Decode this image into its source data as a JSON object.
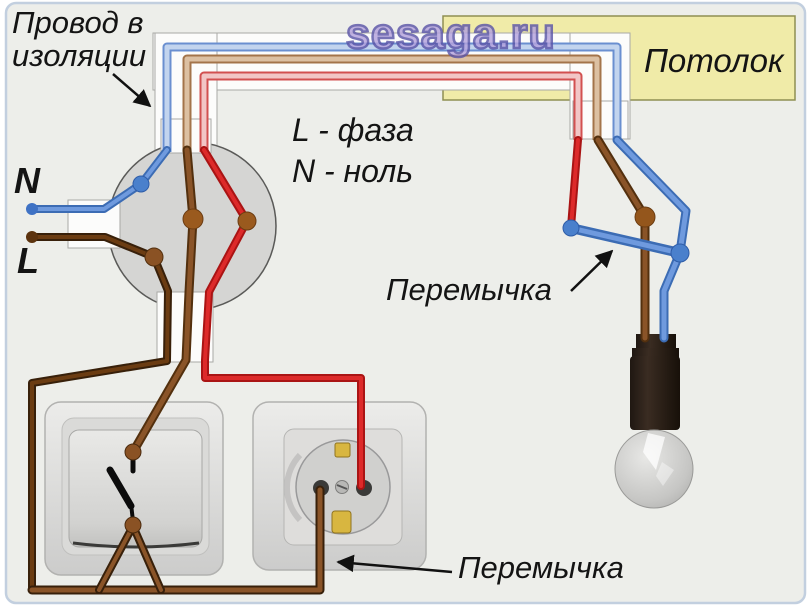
{
  "labels": {
    "wire_insulation_line1": "Провод в",
    "wire_insulation_line2": "изоляции",
    "phase_line1": "L - фаза",
    "phase_line2": "N - ноль",
    "supply_n": "N",
    "supply_l": "L",
    "ceiling": "Потолок",
    "jumper_right": "Перемычка",
    "jumper_bottom": "Перемычка",
    "watermark": "sesaga.ru"
  },
  "colors": {
    "phase_red_core": "#dd2a2a",
    "phase_red_edge": "#aa1414",
    "neutral_blue_core": "#6f9ade",
    "neutral_blue_edge": "#3c6cb4",
    "brown_core": "#8a5428",
    "brown_edge": "#53300e",
    "dark_brown_core": "#6b3c12",
    "dark_brown_edge": "#38200a",
    "ceiling_box_fill": "#f0eba8",
    "ceiling_box_border": "#8f8f52",
    "junction_box_fill": "#d5d5d3",
    "background": "#edeeea",
    "gold_clip": "#d8b640"
  },
  "components": [
    {
      "name": "junction-box",
      "description": "распаячная коробка"
    },
    {
      "name": "supply-terminal"
    },
    {
      "name": "wall-switch"
    },
    {
      "name": "wall-socket"
    },
    {
      "name": "light-bulb"
    },
    {
      "name": "ceiling-area"
    }
  ]
}
